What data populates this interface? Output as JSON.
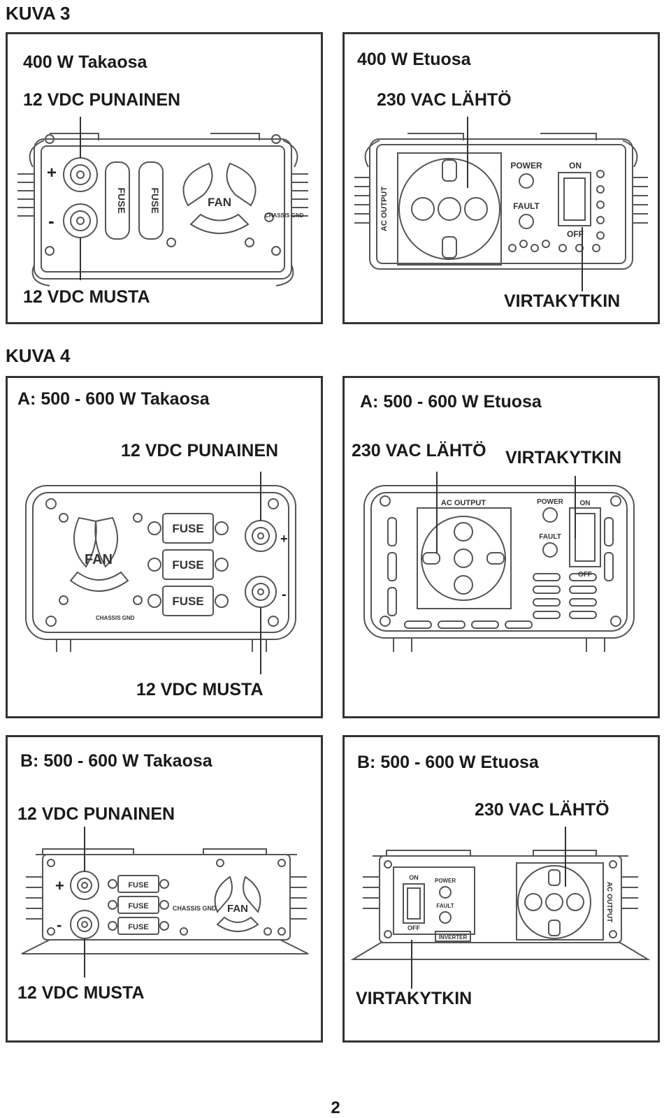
{
  "figure3": {
    "heading": "KUVA 3",
    "rear": {
      "title": "400 W Takaosa",
      "red_label": "12 VDC PUNAINEN",
      "black_label": "12 VDC MUSTA",
      "fuse_text": "FUSE",
      "fan_text": "FAN",
      "chassis_text": "CHASSIS GND",
      "plus": "+",
      "minus": "-"
    },
    "front": {
      "title": "400 W Etuosa",
      "output_label": "230 VAC LÄHTÖ",
      "switch_label": "VIRTAKYTKIN",
      "ac_output_text": "AC OUTPUT",
      "power_text": "POWER",
      "fault_text": "FAULT",
      "on_text": "ON",
      "off_text": "OFF"
    }
  },
  "figure4": {
    "heading": "KUVA 4",
    "a_rear": {
      "title": "A: 500 - 600 W Takaosa",
      "red_label": "12 VDC PUNAINEN",
      "black_label": "12 VDC MUSTA",
      "fuse_text": "FUSE",
      "fan_text": "FAN",
      "chassis_text": "CHASSIS GND",
      "plus": "+",
      "minus": "-"
    },
    "a_front": {
      "title": "A: 500 - 600 W Etuosa",
      "output_label": "230 VAC LÄHTÖ",
      "switch_label": "VIRTAKYTKIN",
      "ac_output_text": "AC OUTPUT",
      "power_text": "POWER",
      "fault_text": "FAULT",
      "on_text": "ON",
      "off_text": "OFF"
    },
    "b_rear": {
      "title": "B: 500 - 600 W Takaosa",
      "red_label": "12 VDC PUNAINEN",
      "black_label": "12 VDC MUSTA",
      "fuse_text": "FUSE",
      "fan_text": "FAN",
      "chassis_text": "CHASSIS GND",
      "plus": "+",
      "minus": "-"
    },
    "b_front": {
      "title": "B: 500 - 600 W Etuosa",
      "output_label": "230 VAC LÄHTÖ",
      "switch_label": "VIRTAKYTKIN",
      "ac_output_text": "AC OUTPUT",
      "power_text": "POWER",
      "fault_text": "FAULT",
      "on_text": "ON",
      "off_text": "OFF",
      "inverter_text": "INVERTER"
    }
  },
  "page_number": "2"
}
